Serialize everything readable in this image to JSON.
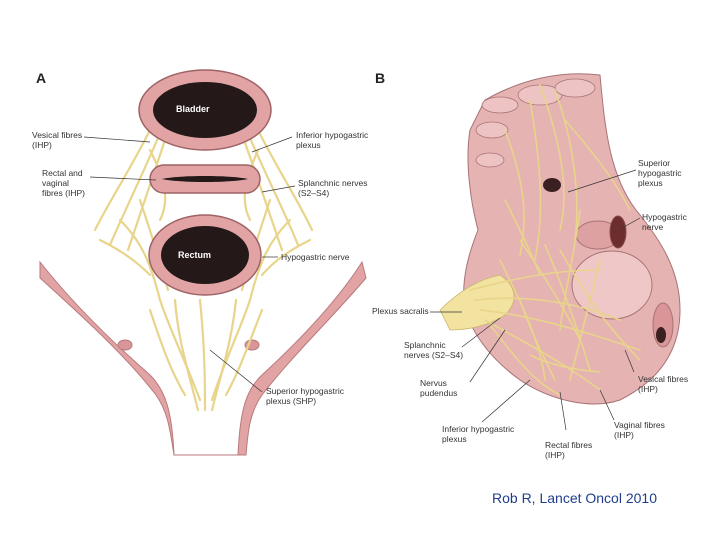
{
  "panel_a": {
    "letter": "A",
    "organs": {
      "bladder": "Bladder",
      "rectum": "Rectum"
    },
    "labels": {
      "vesical_fibres": "Vesical fibres\n(IHP)",
      "rectal_vaginal": "Rectal and\nvaginal\nfibres (IHP)",
      "inferior_hypogastric": "Inferior hypogastric\nplexus",
      "splanchnic": "Splanchnic nerves\n(S2–S4)",
      "hypogastric_nerve": "Hypogastric nerve",
      "superior_hypogastric": "Superior hypogastric\nplexus (SHP)"
    }
  },
  "panel_b": {
    "letter": "B",
    "labels": {
      "superior_hypogastric": "Superior\nhypogastric\nplexus",
      "hypogastric_nerve": "Hypogastric\nnerve",
      "plexus_sacralis": "Plexus sacralis",
      "splanchnic": "Splanchnic\nnerves (S2–S4)",
      "nervus_pudendus": "Nervus\npudendus",
      "inferior_hypogastric": "Inferior hypogastric\nplexus",
      "rectal_fibres": "Rectal fibres\n(IHP)",
      "vesical_fibres": "Vesical fibres\n(IHP)",
      "vaginal_fibres": "Vaginal fibres\n(IHP)"
    }
  },
  "citation": "Rob R, Lancet Oncol 2010",
  "colors": {
    "tissue": "#e2a3a5",
    "tissue_dark": "#c98486",
    "lumen": "#241818",
    "nerve": "#f3e3a0",
    "nerve_stroke": "#c9b56a"
  }
}
